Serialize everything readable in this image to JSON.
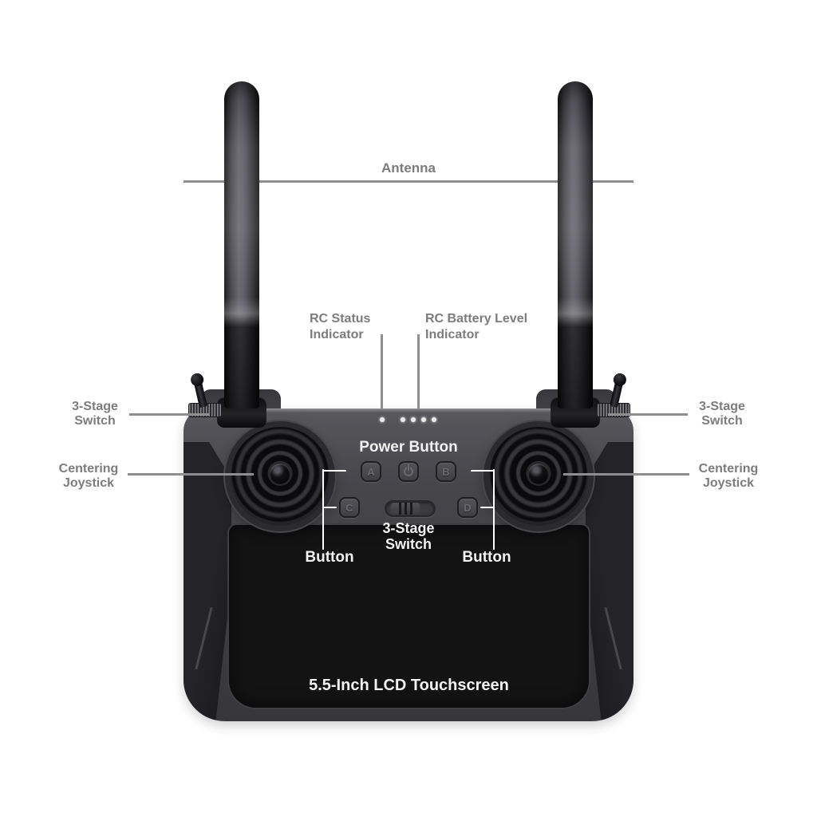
{
  "colors": {
    "background": "#ffffff",
    "label_gray": "#7c7c7c",
    "line_gray": "#8e8e8e",
    "label_white": "#f2f2f2",
    "line_white": "#ffffff",
    "body_top": "#58585d",
    "body_mid": "#46464b",
    "body_bottom": "#37373b",
    "grip": "#202023",
    "screen": "#131313",
    "button_face": "#4a4a4f",
    "button_border": "#1e1e20",
    "led": "#eaeaea"
  },
  "callouts": {
    "antenna": {
      "text": "Antenna"
    },
    "rc_status_indicator": {
      "line1": "RC Status",
      "line2": "Indicator"
    },
    "rc_battery_indicator": {
      "line1": "RC Battery Level",
      "line2": "Indicator"
    },
    "left_stage_switch": {
      "line1": "3-Stage",
      "line2": "Switch"
    },
    "right_stage_switch": {
      "line1": "3-Stage",
      "line2": "Switch"
    },
    "left_centering_joystick": {
      "line1": "Centering",
      "line2": "Joystick"
    },
    "right_centering_joystick": {
      "line1": "Centering",
      "line2": "Joystick"
    },
    "power_button": {
      "text": "Power Button"
    },
    "center_stage_switch": {
      "line1": "3-Stage",
      "line2": "Switch"
    },
    "button_left": {
      "text": "Button"
    },
    "button_right": {
      "text": "Button"
    },
    "touchscreen": {
      "text": "5.5-Inch LCD Touchscreen"
    }
  },
  "device": {
    "button_a": "A",
    "button_b": "B",
    "button_c": "C",
    "button_d": "D",
    "power_icon": "power-symbol",
    "status_led_count": 1,
    "battery_led_count": 4
  }
}
